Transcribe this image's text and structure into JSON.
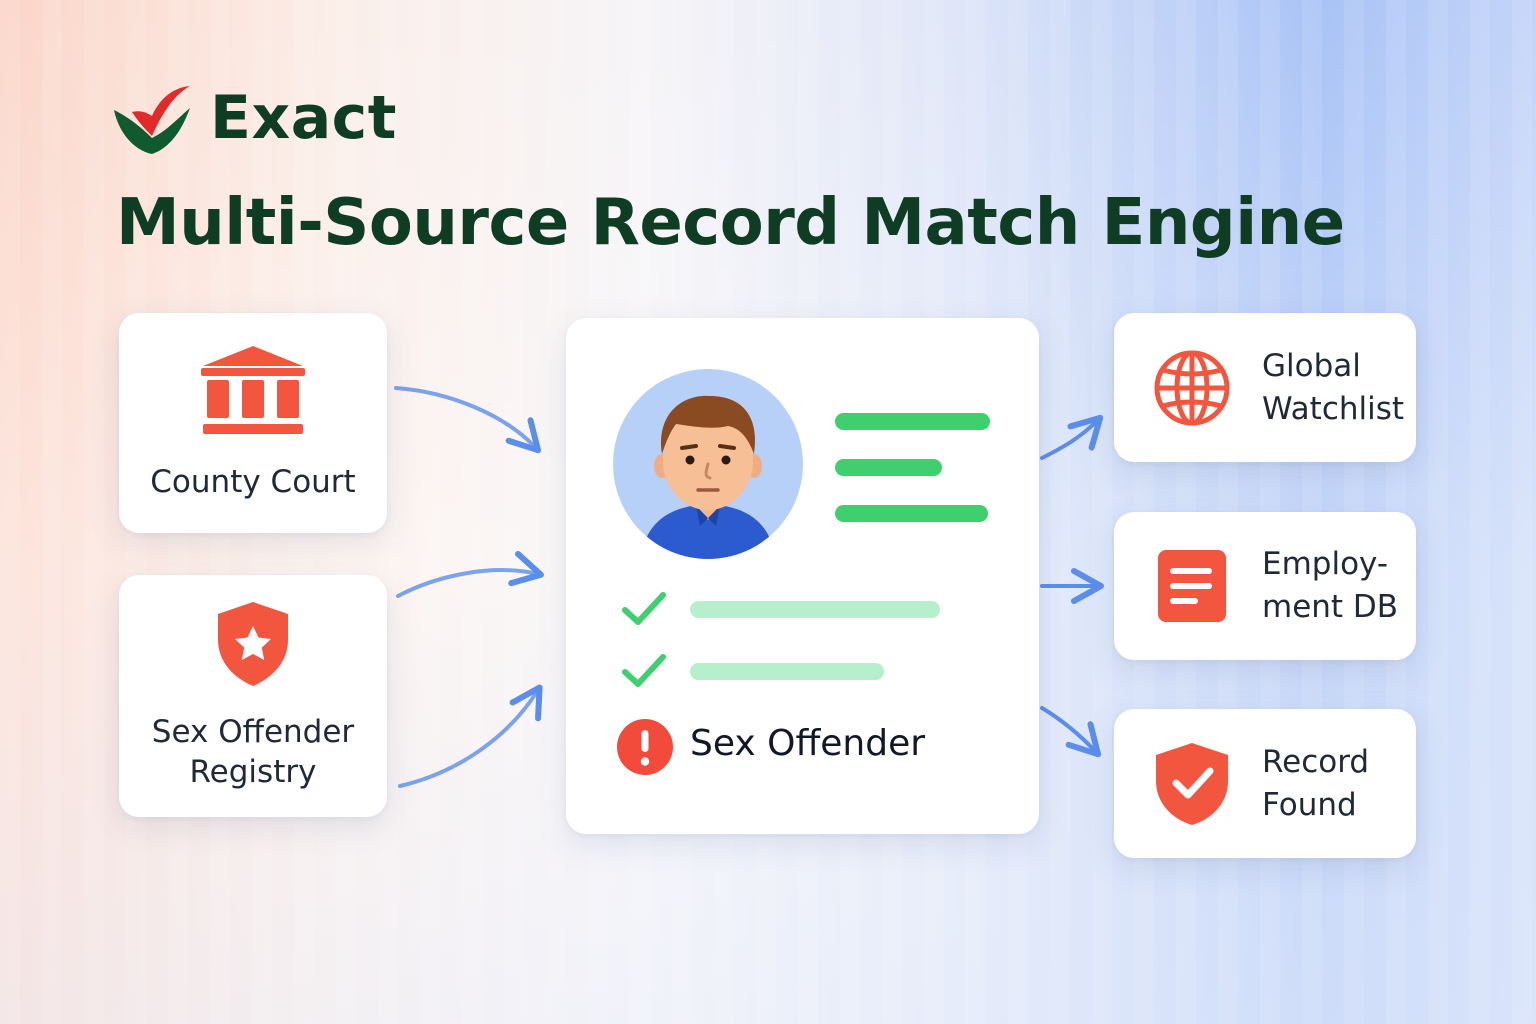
{
  "brand": {
    "name": "Exact",
    "icon": "red-green-checkmark-logo",
    "colors": {
      "green": "#0f5a2e",
      "red": "#e12a2a"
    }
  },
  "title": "Multi-Source Record Match Engine",
  "sources": [
    {
      "icon": "courthouse-icon",
      "label_lines": [
        "County Court"
      ]
    },
    {
      "icon": "star-shield-icon",
      "label_lines": [
        "Sex Offender",
        "Registry"
      ]
    }
  ],
  "profile": {
    "avatar_icon": "person-avatar-icon",
    "check_icon": "green-check-icon",
    "alert_icon": "exclamation-alert-icon",
    "alert_label": "Sex Offender"
  },
  "outputs": [
    {
      "icon": "globe-icon",
      "label_lines": [
        "Global",
        "Watchlist"
      ]
    },
    {
      "icon": "document-icon",
      "label_lines": [
        "Employ-",
        "ment DB"
      ]
    },
    {
      "icon": "shield-check-icon",
      "label_lines": [
        "Record",
        "Found"
      ]
    }
  ],
  "colors": {
    "accent_red": "#f2563f",
    "match_green": "#3fcf6f",
    "arrow_blue": "#5b8eea",
    "heading": "#0f3d24"
  }
}
